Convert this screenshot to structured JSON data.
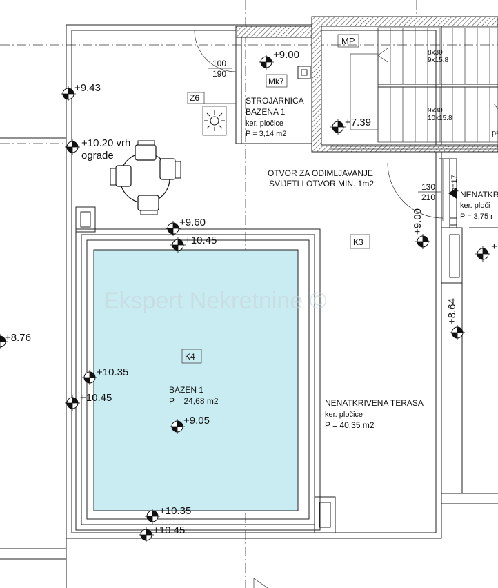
{
  "watermark": "Ekspert Nekretnine ©",
  "rooms": {
    "mp_tag": "MP",
    "mk7_tag": "Mk7",
    "z6_tag": "Z6",
    "k3_tag": "K3",
    "k4_tag": "K4",
    "strojarnica": {
      "line1": "STROJARNICA",
      "line2": "BAZENA 1",
      "line3": "ker. pločice",
      "line4": "P = 3,14 m2"
    },
    "bazen": {
      "line1": "BAZEN 1",
      "line2": "P = 24,68 m2"
    },
    "terasa": {
      "line1": "NENATKRIVENA TERASA",
      "line2": "ker. pločice",
      "line3": "P = 40.35 m2"
    },
    "right_room": {
      "line1": "NENATKR",
      "line2": "ker. ploči",
      "line3": "P = 3,75 r"
    },
    "otvor": {
      "line1": "OTVOR ZA ODIMLJAVANJE",
      "line2": "SVIJETLI OTVOR MIN. 1m2"
    },
    "ograde": {
      "line1": "+10.20 vrh",
      "line2": "ograde"
    }
  },
  "doors": {
    "d1_top": "100",
    "d1_bottom": "190",
    "d2_top": "130",
    "d2_bottom": "210"
  },
  "stairs": {
    "s1_a": "8x30",
    "s1_b": "9x15.8",
    "s2_a": "9x30",
    "s2_b": "10x15.8",
    "p_edge": "p=",
    "p17": "p=17"
  },
  "levels": {
    "l_900_top": "+9.00",
    "l_943": "+9.43",
    "l_739": "+7.39",
    "l_960": "+9.60",
    "l_1045_top": "+10.45",
    "l_900_right": "+9.00",
    "l_864": "+8.64",
    "l_876": "+8.76",
    "l_1035_left": "+10.35",
    "l_1045_left": "+10.45",
    "l_905": "+9.05",
    "l_1035_bottom": "+10.35",
    "l_1045_bottom": "+10.45",
    "l_right_edge": "+"
  },
  "colors": {
    "pool": "#c8ecf1",
    "lines": "#222222"
  }
}
